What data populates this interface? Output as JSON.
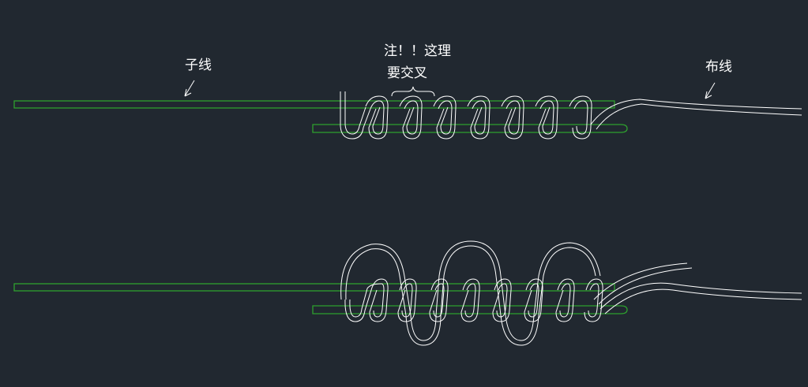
{
  "labels": {
    "sub_line": "子线",
    "note_line1": "注！！这理",
    "note_line2": "要交叉",
    "main_line": "布线"
  },
  "colors": {
    "background": "#212830",
    "green_line": "#2ea02e",
    "white_line": "#ffffff"
  },
  "icons": [
    "arrow-icon",
    "brace-icon"
  ]
}
